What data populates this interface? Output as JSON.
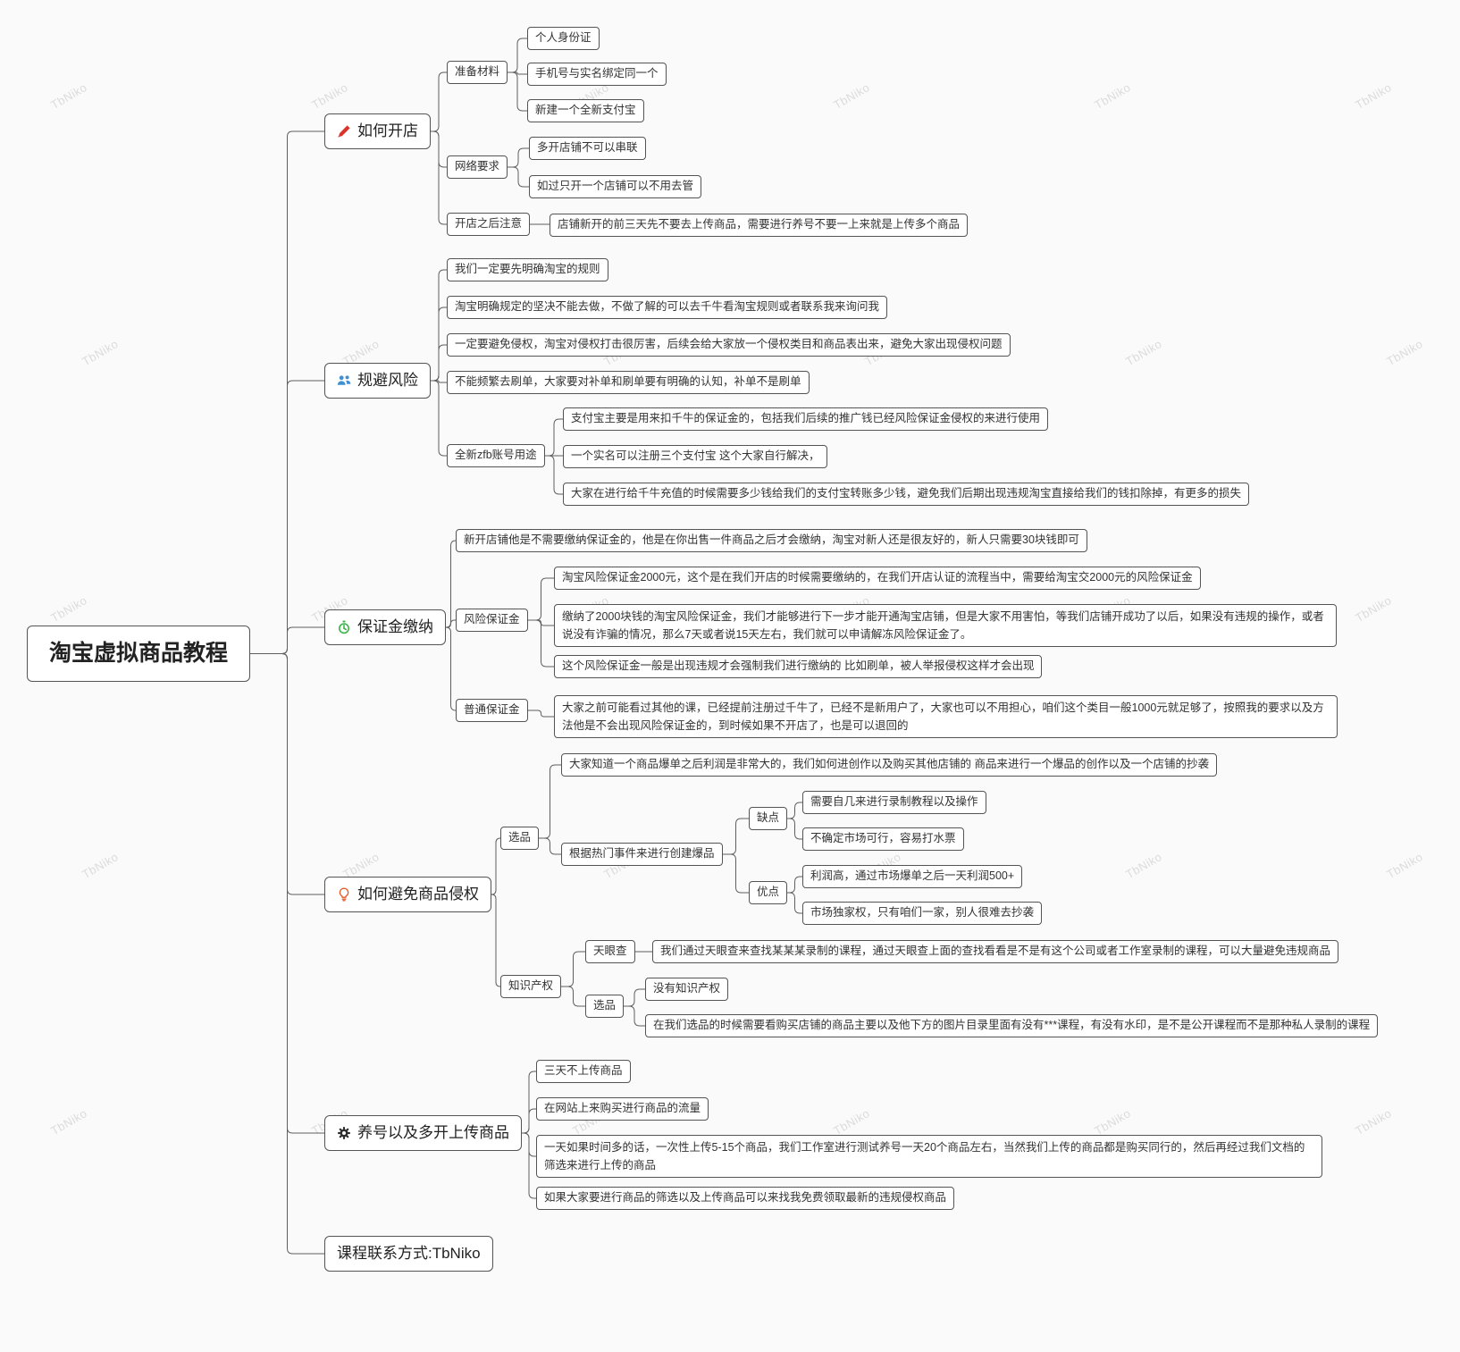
{
  "watermark": "TbNiko",
  "colors": {
    "canvas_bg": "#fafafa",
    "node_border": "#545454",
    "connector": "#5f5f5f",
    "text": "#333333",
    "watermark": "#dcdcdc",
    "pen_icon": "#d9342b",
    "people_icon": "#3f8fd2",
    "timer_icon": "#3cb44a",
    "bulb_icon": "#e55a23",
    "gear_icon": "#2f2f2f"
  },
  "map": {
    "root": "淘宝虚拟商品教程",
    "branches": [
      {
        "label": "如何开店",
        "icon": "pen-icon",
        "children": [
          {
            "label": "准备材料",
            "children": [
              {
                "label": "个人身份证"
              },
              {
                "label": "手机号与实名绑定同一个"
              },
              {
                "label": "新建一个全新支付宝"
              }
            ]
          },
          {
            "label": "网络要求",
            "children": [
              {
                "label": "多开店铺不可以串联"
              },
              {
                "label": "如过只开一个店铺可以不用去管"
              }
            ]
          },
          {
            "label": "开店之后注意",
            "children": [
              {
                "label": "店铺新开的前三天先不要去上传商品，需要进行养号不要一上来就是上传多个商品"
              }
            ]
          }
        ]
      },
      {
        "label": "规避风险",
        "icon": "people-icon",
        "children": [
          {
            "label": "我们一定要先明确淘宝的规则"
          },
          {
            "label": "淘宝明确规定的坚决不能去做，不做了解的可以去千牛看淘宝规则或者联系我来询问我"
          },
          {
            "label": "一定要避免侵权，淘宝对侵权打击很厉害，后续会给大家放一个侵权类目和商品表出来，避免大家出现侵权问题"
          },
          {
            "label": "不能频繁去刷单，大家要对补单和刷单要有明确的认知，补单不是刷单"
          },
          {
            "label": "全新zfb账号用途",
            "children": [
              {
                "label": "支付宝主要是用来扣千牛的保证金的，包括我们后续的推广钱已经风险保证金侵权的来进行使用"
              },
              {
                "label": "一个实名可以注册三个支付宝 这个大家自行解决，"
              },
              {
                "label": "大家在进行给千牛充值的时候需要多少钱给我们的支付宝转账多少钱，避免我们后期出现违规淘宝直接给我们的钱扣除掉，有更多的损失"
              }
            ]
          }
        ]
      },
      {
        "label": "保证金缴纳",
        "icon": "timer-icon",
        "children": [
          {
            "label": "新开店铺他是不需要缴纳保证金的，他是在你出售一件商品之后才会缴纳，淘宝对新人还是很友好的，新人只需要30块钱即可"
          },
          {
            "label": "风险保证金",
            "children": [
              {
                "label": "淘宝风险保证金2000元，这个是在我们开店的时候需要缴纳的，在我们开店认证的流程当中，需要给淘宝交2000元的风险保证金"
              },
              {
                "label": "缴纳了2000块钱的淘宝风险保证金，我们才能够进行下一步才能开通淘宝店铺，但是大家不用害怕，等我们店铺开成功了以后，如果没有违规的操作，或者说没有诈骗的情况，那么7天或者说15天左右，我们就可以申请解冻风险保证金了。"
              },
              {
                "label": "这个风险保证金一般是出现违规才会强制我们进行缴纳的 比如刷单，被人举报侵权这样才会出现"
              }
            ]
          },
          {
            "label": "普通保证金",
            "children": [
              {
                "label": "大家之前可能看过其他的课，已经提前注册过千牛了，已经不是新用户了，大家也可以不用担心，咱们这个类目一般1000元就足够了，按照我的要求以及方法他是不会出现风险保证金的，到时候如果不开店了，也是可以退回的"
              }
            ]
          }
        ]
      },
      {
        "label": "如何避免商品侵权",
        "icon": "lightbulb-icon",
        "children": [
          {
            "label": "选品",
            "children": [
              {
                "label": "大家知道一个商品爆单之后利润是非常大的，我们如何进创作以及购买其他店铺的 商品来进行一个爆品的创作以及一个店铺的抄袭"
              },
              {
                "label": "根据热门事件来进行创建爆品",
                "children": [
                  {
                    "label": "缺点",
                    "children": [
                      {
                        "label": "需要自几来进行录制教程以及操作"
                      },
                      {
                        "label": "不确定市场可行，容易打水票"
                      }
                    ]
                  },
                  {
                    "label": "优点",
                    "children": [
                      {
                        "label": "利润高，通过市场爆单之后一天利润500+"
                      },
                      {
                        "label": "市场独家权，只有咱们一家，别人很难去抄袭"
                      }
                    ]
                  }
                ]
              }
            ]
          },
          {
            "label": "知识产权",
            "children": [
              {
                "label": "天眼查",
                "children": [
                  {
                    "label": "我们通过天眼查来查找某某某录制的课程，通过天眼查上面的查找看看是不是有这个公司或者工作室录制的课程，可以大量避免违规商品"
                  }
                ]
              },
              {
                "label": "选品",
                "children": [
                  {
                    "label": "没有知识产权"
                  },
                  {
                    "label": "在我们选品的时候需要看购买店铺的商品主要以及他下方的图片目录里面有没有***课程，有没有水印，是不是公开课程而不是那种私人录制的课程"
                  }
                ]
              }
            ]
          }
        ]
      },
      {
        "label": "养号以及多开上传商品",
        "icon": "gear-icon",
        "children": [
          {
            "label": "三天不上传商品"
          },
          {
            "label": "在网站上来购买进行商品的流量"
          },
          {
            "label": "一天如果时间多的话，一次性上传5-15个商品，我们工作室进行测试养号一天20个商品左右，当然我们上传的商品都是购买同行的，然后再经过我们文档的筛选来进行上传的商品"
          },
          {
            "label": "如果大家要进行商品的筛选以及上传商品可以来找我免费领取最新的违规侵权商品"
          }
        ]
      },
      {
        "label": "课程联系方式:TbNiko",
        "icon": "",
        "children": []
      }
    ]
  }
}
